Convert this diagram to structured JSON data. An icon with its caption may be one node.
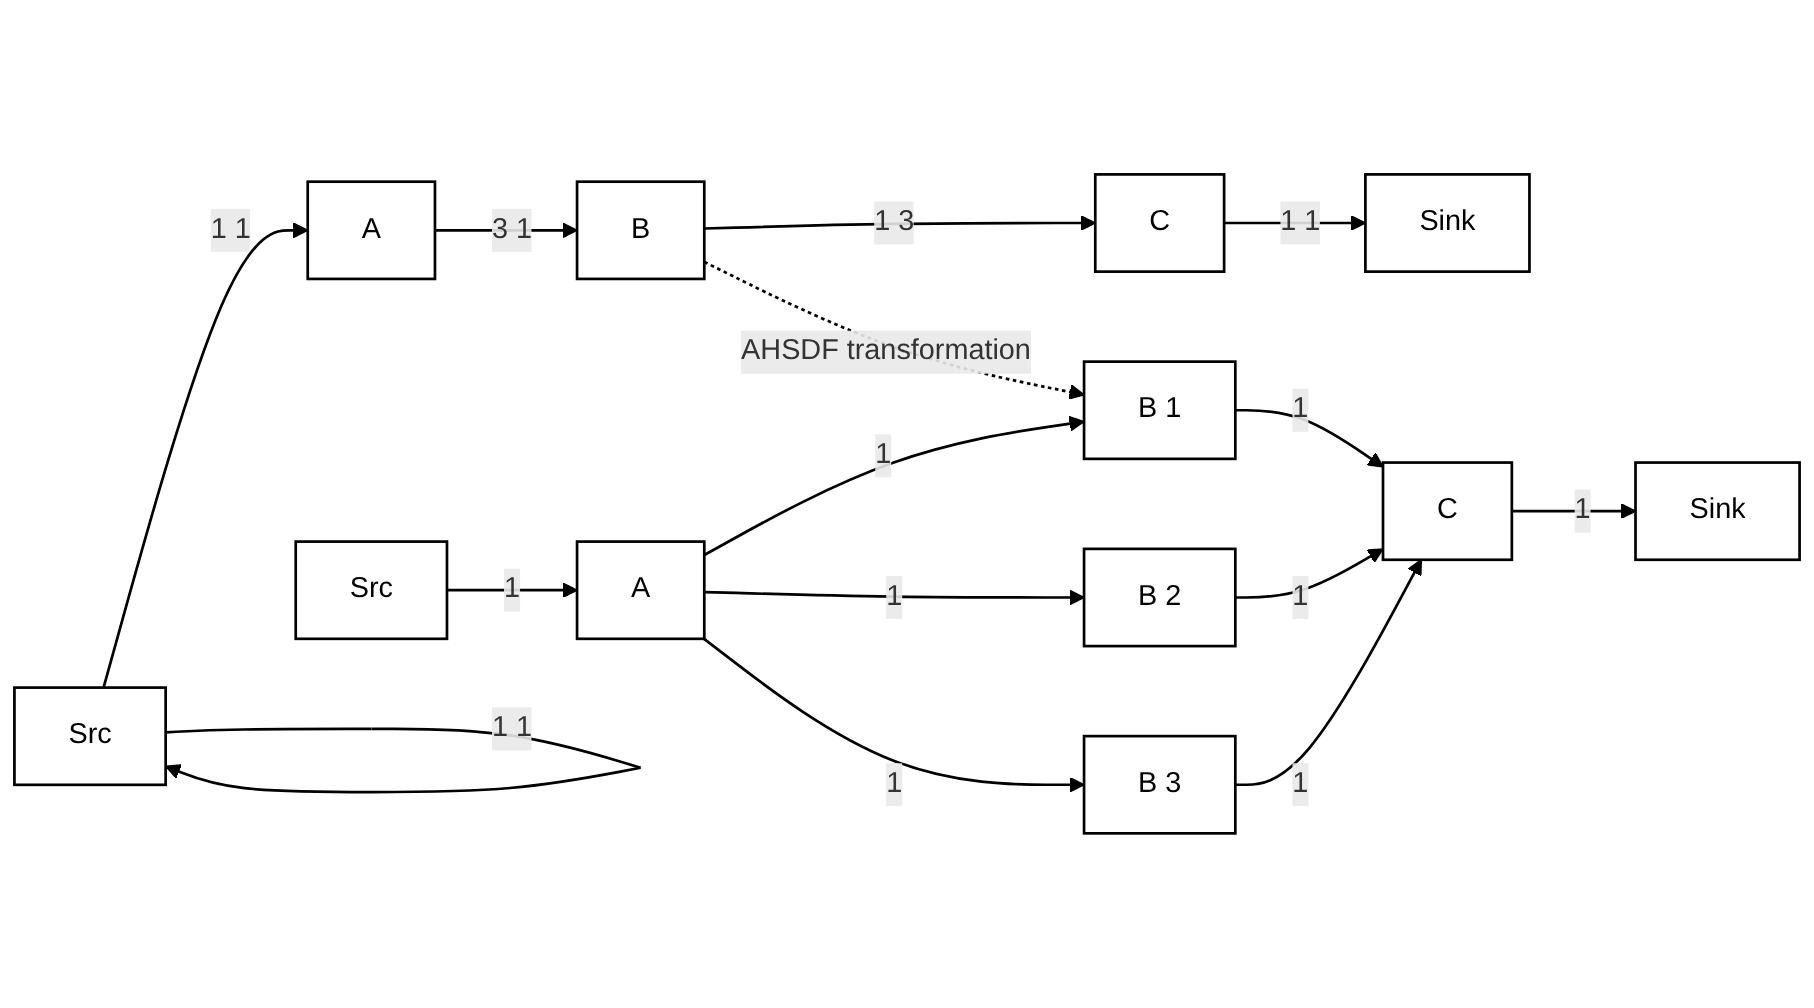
{
  "diagram": {
    "nodes": [
      {
        "text": [
          "Src"
        ]
      },
      {
        "text": [
          "A"
        ]
      },
      {
        "text": [
          "B"
        ]
      },
      {
        "text": [
          "C"
        ]
      },
      {
        "text": [
          "Sink"
        ]
      },
      {
        "text": [
          "Src"
        ]
      },
      {
        "text": [
          "A"
        ]
      },
      {
        "text": [
          "B 1"
        ]
      },
      {
        "text": [
          "B 2"
        ]
      },
      {
        "text": [
          "B 3"
        ]
      },
      {
        "text": [
          "C"
        ]
      },
      {
        "text": [
          "Sink"
        ]
      }
    ],
    "edges": [
      {
        "from": 0,
        "to": 0,
        "arrow": "to",
        "label": "1 1"
      },
      {
        "from": 0,
        "to": 1,
        "arrow": "to",
        "label": "1 1"
      },
      {
        "from": 1,
        "to": 2,
        "arrow": "to",
        "label": "3 1"
      },
      {
        "from": 2,
        "to": 3,
        "arrow": "to",
        "label": "1 3"
      },
      {
        "from": 3,
        "to": 4,
        "arrow": "to",
        "label": "1 1"
      },
      {
        "from": 2,
        "to": 7,
        "arrow": "to",
        "label": "AHSDF transformation",
        "style": "dashed"
      },
      {
        "from": 5,
        "to": 6,
        "arrow": "to",
        "label": "1"
      },
      {
        "from": 6,
        "to": 7,
        "arrow": "to",
        "label": "1"
      },
      {
        "from": 6,
        "to": 8,
        "arrow": "to",
        "label": "1"
      },
      {
        "from": 6,
        "to": 9,
        "arrow": "to",
        "label": "1"
      },
      {
        "from": 7,
        "to": 10,
        "arrow": "to",
        "label": "1"
      },
      {
        "from": 8,
        "to": 10,
        "arrow": "to",
        "label": "1"
      },
      {
        "from": 9,
        "to": 10,
        "arrow": "to",
        "label": "1"
      },
      {
        "from": 10,
        "to": 11,
        "arrow": "to",
        "label": "1"
      }
    ]
  }
}
